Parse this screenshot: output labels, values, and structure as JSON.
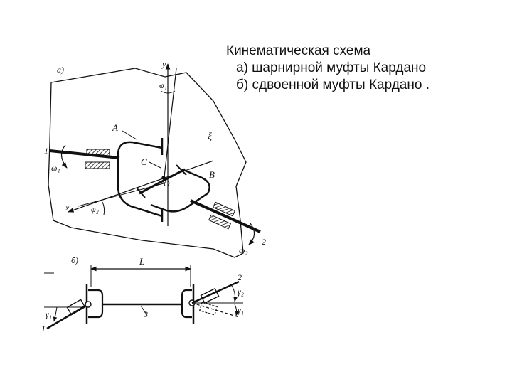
{
  "caption": {
    "title": "Кинематическая схема",
    "line_a": "а) шарнирной муфты Кардано",
    "line_b": "б) сдвоенной муфты Кардано ."
  },
  "fig_a": {
    "label": "a)",
    "y_axis": "y",
    "x_axis": "x",
    "xi": "ξ",
    "point_A": "A",
    "point_B": "B",
    "point_C": "C",
    "point_O": "O",
    "shaft_1": "1",
    "shaft_2": "2",
    "omega_1": "ω₁",
    "omega_2": "ω₂",
    "phi_1": "φ₁",
    "phi_2": "φ₂"
  },
  "fig_b": {
    "label": "б)",
    "length": "L",
    "shaft_1": "1",
    "shaft_2": "2",
    "shaft_3": "3",
    "gamma_1": "γ₁",
    "gamma_2": "γ₂",
    "gamma_1_right": "γ₁"
  }
}
